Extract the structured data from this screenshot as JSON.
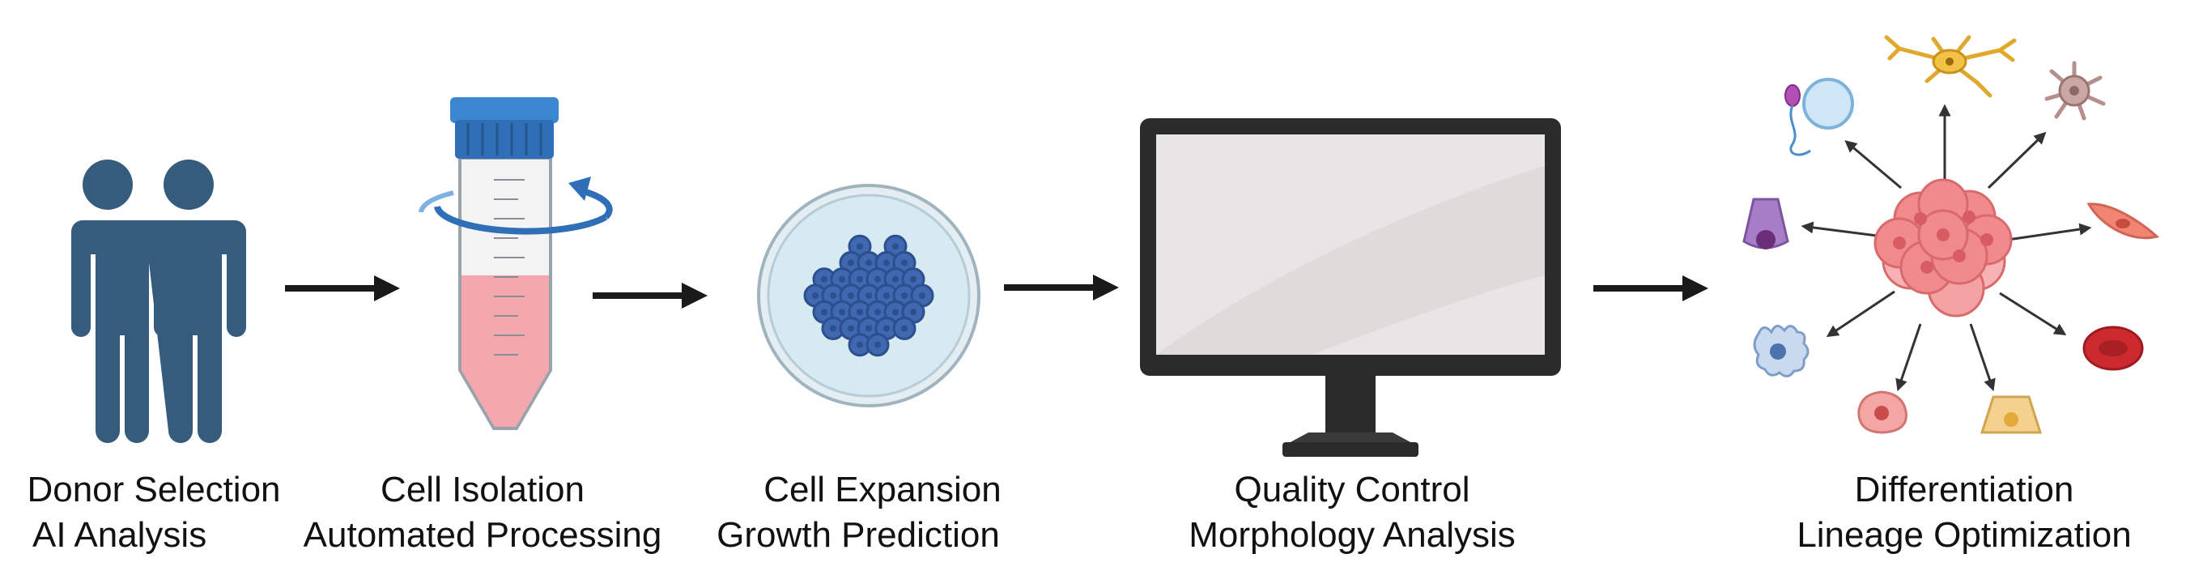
{
  "steps": [
    {
      "line1": "Donor Selection",
      "line2": "AI Analysis"
    },
    {
      "line1": "Cell Isolation",
      "line2": "Automated Processing"
    },
    {
      "line1": "Cell Expansion",
      "line2": "Growth Prediction"
    },
    {
      "line1": "Quality Control",
      "line2": "Morphology Analysis"
    },
    {
      "line1": "Differentiation",
      "line2": "Lineage Optimization"
    }
  ],
  "colors": {
    "donor": "#355c7d",
    "arrow": "#1a1a1a",
    "cap": "#2f6fb8",
    "liquid": "#f4a7ad",
    "dish_fill": "#d6eaf2",
    "cells": "#3f68b0",
    "monitor": "#2b2b2b",
    "screen": "#e7e5e5",
    "stem_cell": "#f08a8c"
  },
  "icons": [
    "two-people-icon",
    "centrifuge-tube-icon",
    "petri-dish-icon",
    "computer-monitor-icon",
    "cell-differentiation-icon"
  ]
}
